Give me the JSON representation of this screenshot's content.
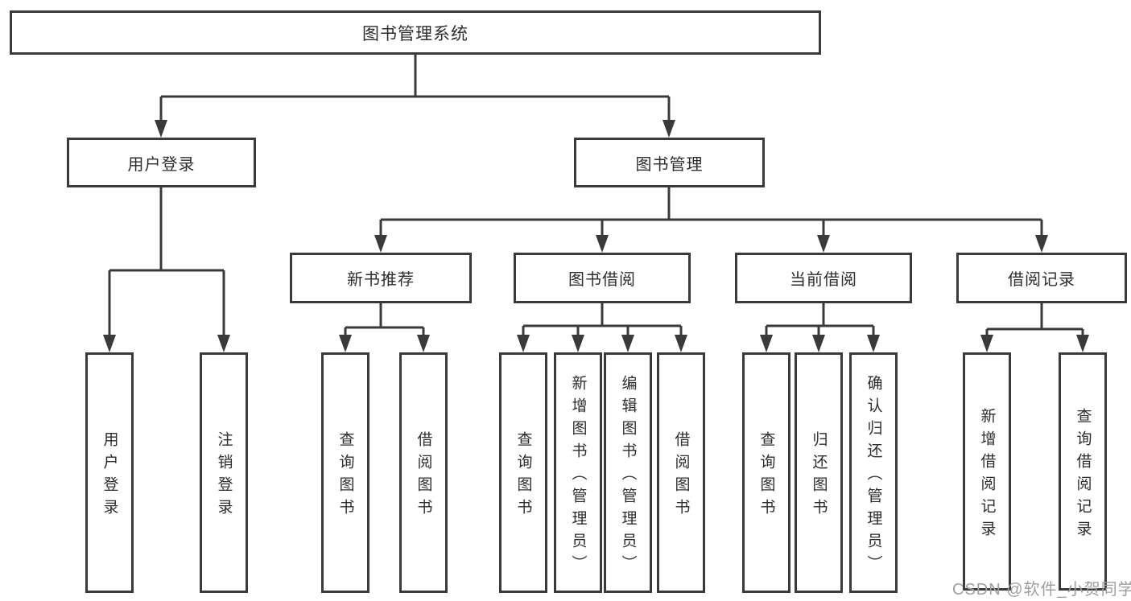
{
  "diagram": {
    "root": {
      "label": "图书管理系统"
    },
    "branches": [
      {
        "label": "用户登录",
        "children": [
          {
            "label": "用户登录"
          },
          {
            "label": "注销登录"
          }
        ]
      },
      {
        "label": "图书管理",
        "children": [
          {
            "label": "新书推荐",
            "children": [
              {
                "label": "查询图书"
              },
              {
                "label": "借阅图书"
              }
            ]
          },
          {
            "label": "图书借阅",
            "children": [
              {
                "label": "查询图书"
              },
              {
                "label": "新增图书（管理员）"
              },
              {
                "label": "编辑图书（管理员）"
              },
              {
                "label": "借阅图书"
              }
            ]
          },
          {
            "label": "当前借阅",
            "children": [
              {
                "label": "查询图书"
              },
              {
                "label": "归还图书"
              },
              {
                "label": "确认归还（管理员）"
              }
            ]
          },
          {
            "label": "借阅记录",
            "children": [
              {
                "label": "新增借阅记录"
              },
              {
                "label": "查询借阅记录"
              }
            ]
          }
        ]
      }
    ]
  },
  "watermark": {
    "text": "CSDN @软件_小贺同学"
  },
  "colors": {
    "line": "#3a3a3a",
    "box_border": "#3a3a3a",
    "text": "#2d2d2d",
    "watermark": "#9f9f9f",
    "background": "#ffffff"
  }
}
